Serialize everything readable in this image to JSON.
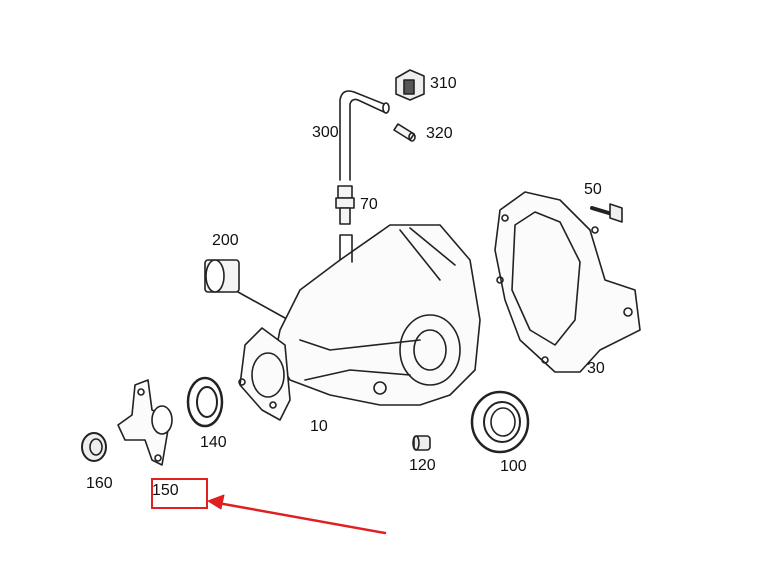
{
  "diagram": {
    "parts": [
      {
        "id": "310",
        "label": "310"
      },
      {
        "id": "320",
        "label": "320"
      },
      {
        "id": "300",
        "label": "300"
      },
      {
        "id": "70",
        "label": "70"
      },
      {
        "id": "50",
        "label": "50"
      },
      {
        "id": "200",
        "label": "200"
      },
      {
        "id": "30",
        "label": "30"
      },
      {
        "id": "10",
        "label": "10"
      },
      {
        "id": "140",
        "label": "140"
      },
      {
        "id": "120",
        "label": "120"
      },
      {
        "id": "100",
        "label": "100"
      },
      {
        "id": "160",
        "label": "160"
      },
      {
        "id": "150",
        "label": "150"
      }
    ],
    "highlighted_part": "150",
    "highlight_color": "#e02020"
  }
}
